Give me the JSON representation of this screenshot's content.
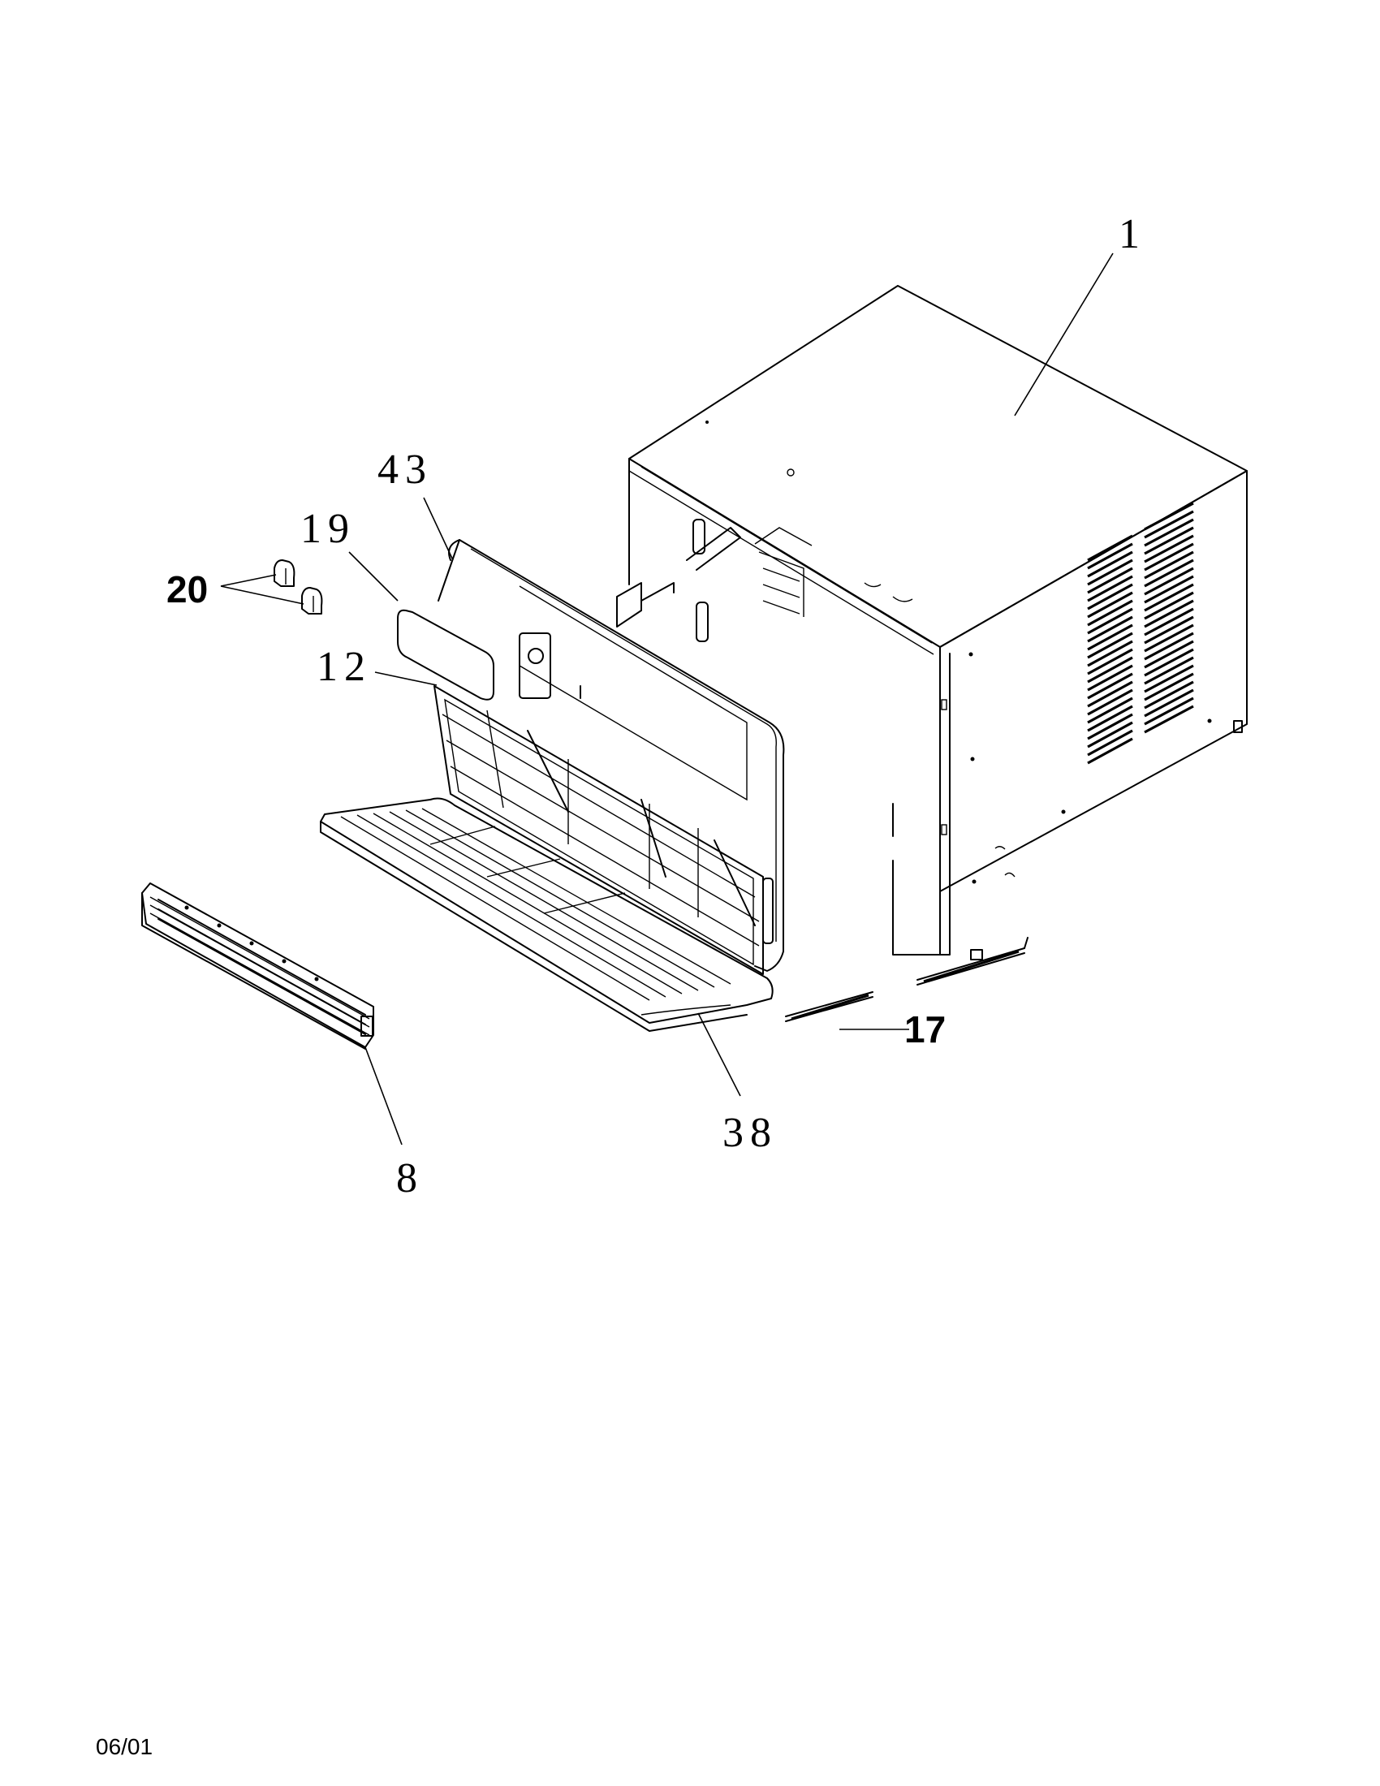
{
  "callouts": [
    {
      "id": "c1",
      "text": "1"
    },
    {
      "id": "c43",
      "text": "43"
    },
    {
      "id": "c19",
      "text": "19"
    },
    {
      "id": "c20",
      "text": "20"
    },
    {
      "id": "c12",
      "text": "12"
    },
    {
      "id": "c17",
      "text": "17"
    },
    {
      "id": "c38",
      "text": "38"
    },
    {
      "id": "c8",
      "text": "8"
    }
  ],
  "footer": {
    "date": "06/01"
  }
}
